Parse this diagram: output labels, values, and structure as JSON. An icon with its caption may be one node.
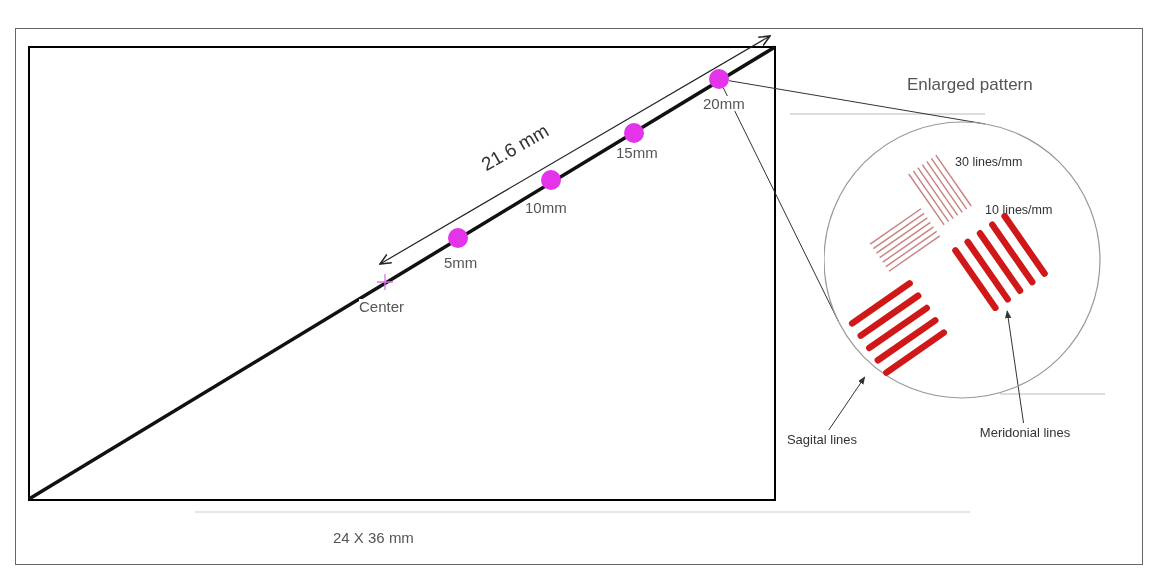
{
  "diagram": {
    "nodes": [
      {
        "text": [],
        "shape": "cross",
        "beside": [
          "Center"
        ]
      },
      {
        "text": [],
        "shape": "circle",
        "beside": [
          "5mm"
        ]
      },
      {
        "text": [],
        "shape": "circle",
        "beside": [
          "10mm"
        ]
      },
      {
        "text": [],
        "shape": "circle",
        "beside": [
          "15mm"
        ]
      },
      {
        "text": [],
        "shape": "circle",
        "beside": [
          "20mm"
        ]
      },
      {
        "text": [
          "Enlarged pattern",
          "30 lines/mm",
          "10 lines/mm"
        ]
      },
      {
        "text": [],
        "shape": "picture",
        "in": 5
      },
      {
        "text": [],
        "shape": "picture",
        "in": 5
      },
      {
        "text": [
          "Sagital lines"
        ]
      },
      {
        "text": [
          "Meridonial lines"
        ]
      }
    ],
    "edges": [
      {
        "from": 4,
        "to": 5,
        "arrow": "none"
      },
      {
        "from": 4,
        "to": 5,
        "arrow": "none"
      },
      {
        "from": 8,
        "to": 6,
        "arrow": "to"
      },
      {
        "from": 9,
        "to": 7,
        "arrow": "to"
      }
    ],
    "labels": [
      "21.6 mm",
      "24 X 36 mm"
    ]
  }
}
